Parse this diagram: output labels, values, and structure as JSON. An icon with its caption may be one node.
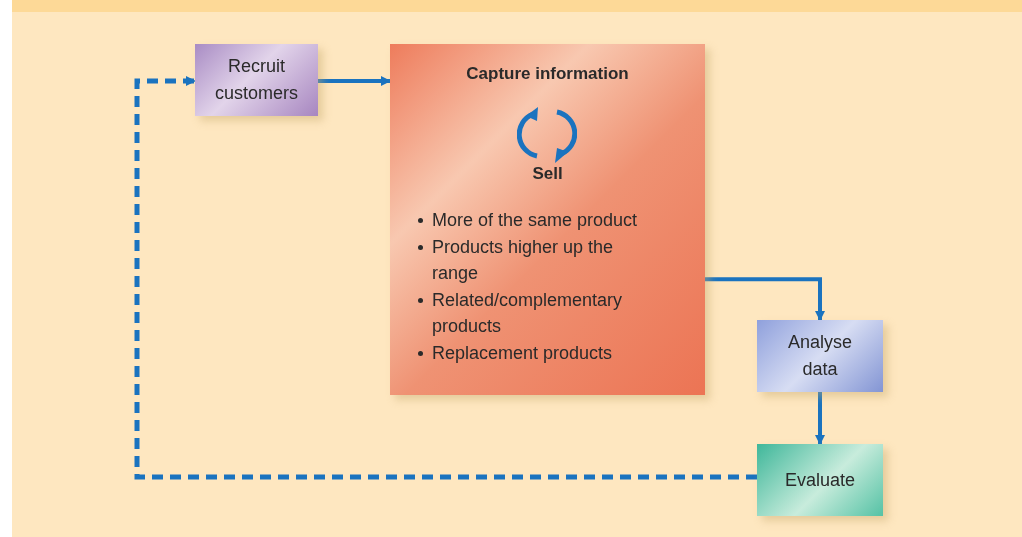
{
  "diagram": {
    "nodes": [
      {
        "text": [
          "Recruit customers"
        ]
      },
      {
        "text": [
          "Capture information",
          "Sell",
          "More of the same product",
          "Products higher up the range",
          "Related/complementary products",
          "Replacement products"
        ]
      },
      {
        "text": [
          "Analyse data"
        ]
      },
      {
        "text": [
          "Evaluate"
        ]
      }
    ],
    "edges": [
      {
        "from": 0,
        "to": 1,
        "arrow": "to"
      },
      {
        "from": 1,
        "to": 2,
        "arrow": "to"
      },
      {
        "from": 2,
        "to": 3,
        "arrow": "to"
      },
      {
        "from": 3,
        "to": 0,
        "arrow": "to",
        "style": "dashed"
      }
    ]
  }
}
